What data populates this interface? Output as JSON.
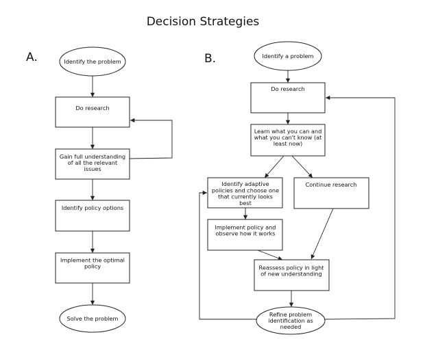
{
  "title": "Decision Strategies",
  "panels": {
    "a": {
      "label": "A.",
      "nodes": {
        "identify_problem": [
          "Identify the problem"
        ],
        "do_research": [
          "Do research"
        ],
        "gain_understanding": [
          "Gain full understanding",
          "of all the relevant",
          "issues"
        ],
        "identify_policy": [
          "Identify policy options"
        ],
        "implement_optimal": [
          "Implement the optimal",
          "policy"
        ],
        "solve_problem": [
          "Solve the problem"
        ]
      }
    },
    "b": {
      "label": "B.",
      "nodes": {
        "identify_problem": [
          "Identify a problem"
        ],
        "do_research": [
          "Do research"
        ],
        "learn": [
          "Learn what you can and",
          "what you can't know (at",
          "least now)"
        ],
        "identify_adaptive": [
          "Identify adaptive",
          "policies and choose one",
          "that currently looks",
          "best"
        ],
        "continue_research": [
          "Continue research"
        ],
        "implement_observe": [
          "Implement policy and",
          "observe how it works"
        ],
        "reassess": [
          "Reassess policy in light",
          "of new understanding"
        ],
        "refine": [
          "Refine problem",
          "identification as",
          "needed"
        ]
      }
    }
  }
}
